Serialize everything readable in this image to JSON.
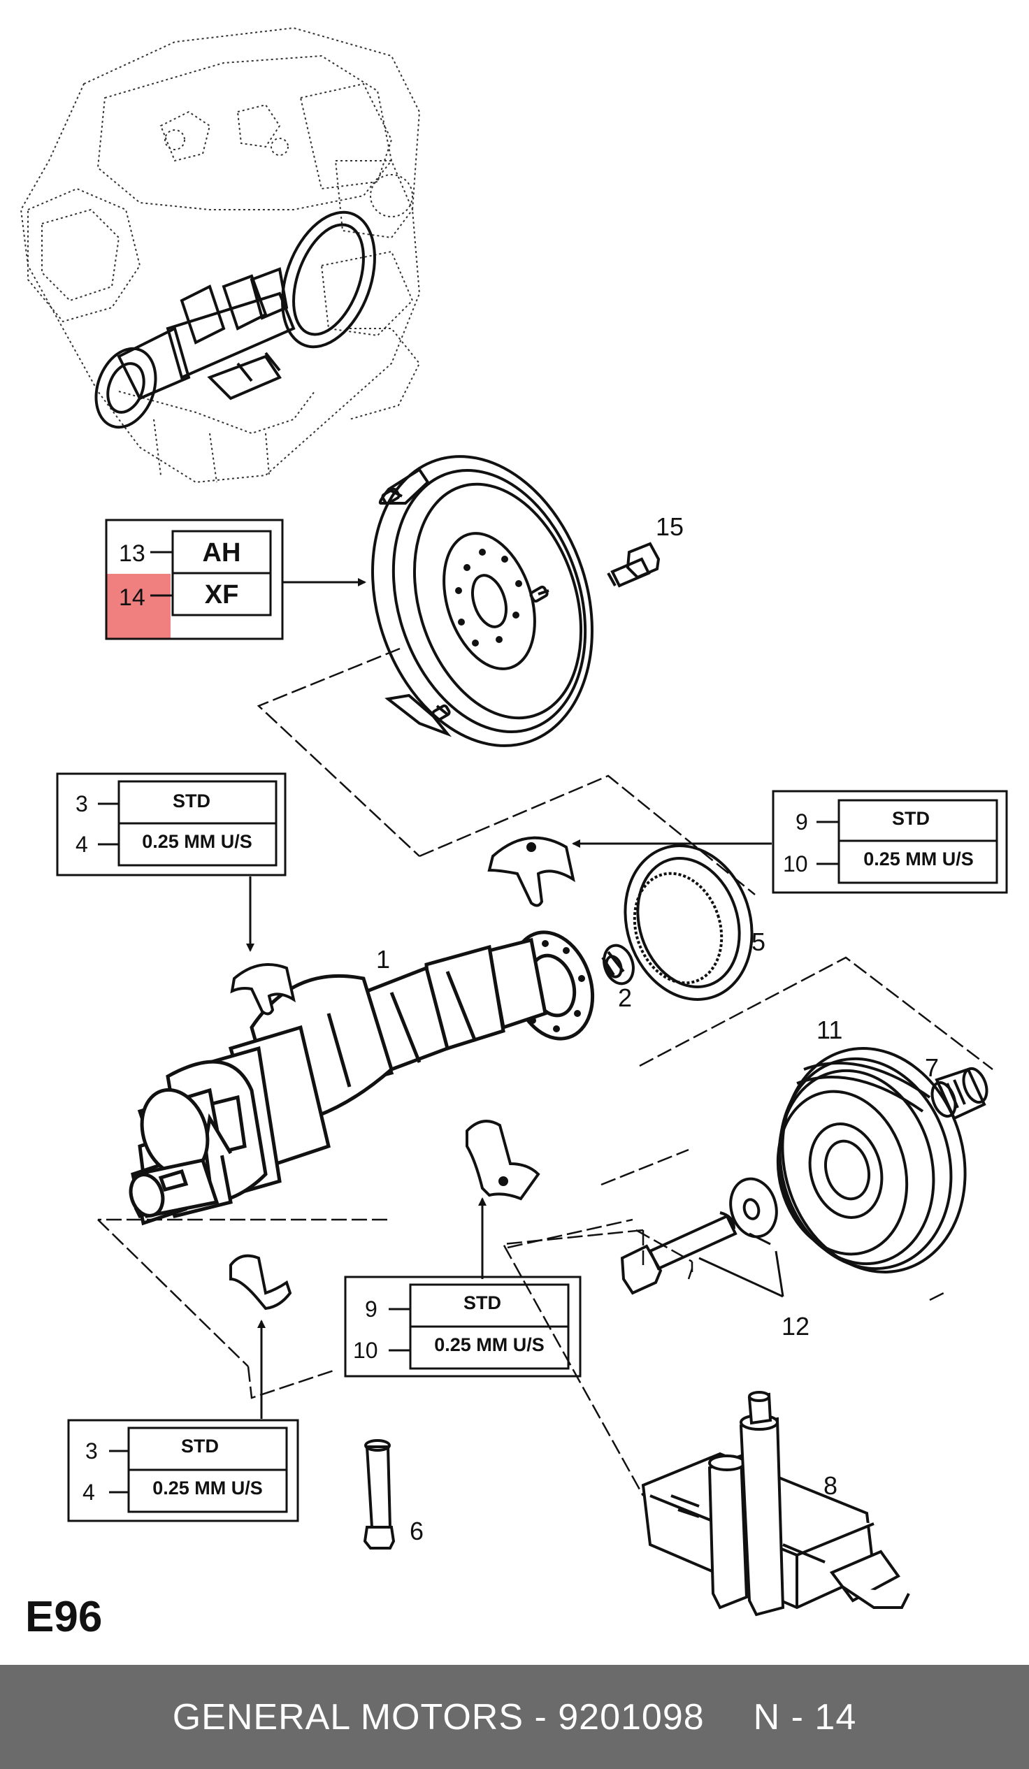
{
  "diagram_code": "E96",
  "highlight_color": "#f08080",
  "callouts": {
    "n1": "1",
    "n2": "2",
    "n5": "5",
    "n6": "6",
    "n7": "7",
    "n8": "8",
    "n11": "11",
    "n12": "12",
    "n15": "15"
  },
  "table_flywheel": {
    "rows": [
      {
        "num": "13",
        "code": "AH"
      },
      {
        "num": "14",
        "code": "XF"
      }
    ]
  },
  "table_upper_left": {
    "rows": [
      {
        "num": "3",
        "code": "STD"
      },
      {
        "num": "4",
        "code": "0.25  MM U/S"
      }
    ]
  },
  "table_upper_right": {
    "rows": [
      {
        "num": "9",
        "code": "STD"
      },
      {
        "num": "10",
        "code": "0.25  MM U/S"
      }
    ]
  },
  "table_middle": {
    "rows": [
      {
        "num": "9",
        "code": "STD"
      },
      {
        "num": "10",
        "code": "0.25  MM U/S"
      }
    ]
  },
  "table_lower_left": {
    "rows": [
      {
        "num": "3",
        "code": "STD"
      },
      {
        "num": "4",
        "code": "0.25  MM U/S"
      }
    ]
  },
  "footer": {
    "brand_part": "GENERAL MOTORS - 9201098",
    "page_ref": "N - 14"
  }
}
